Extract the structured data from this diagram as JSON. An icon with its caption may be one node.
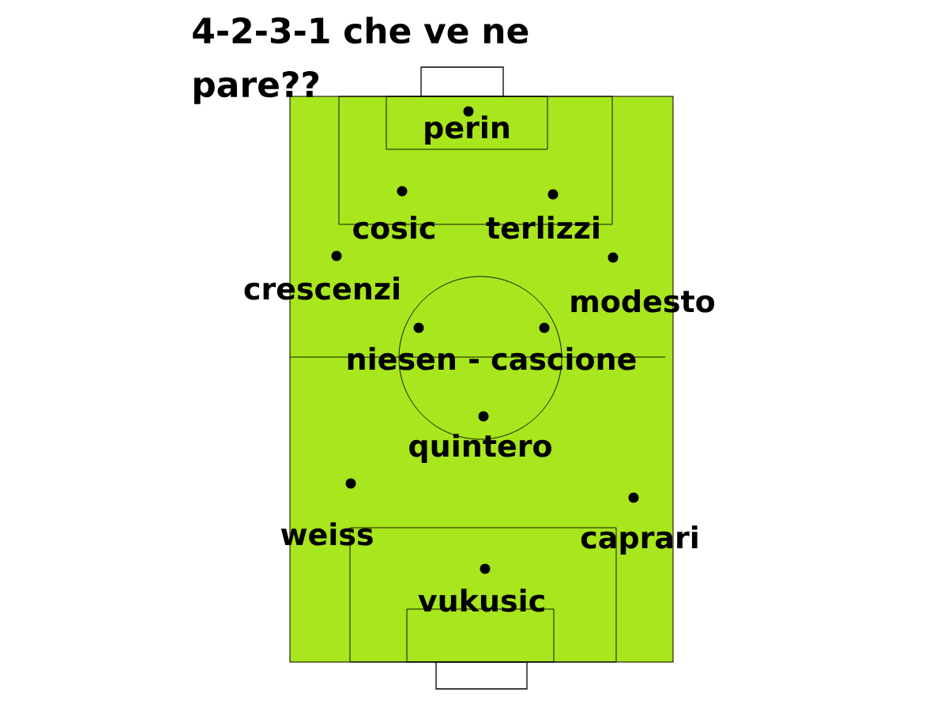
{
  "diagram": {
    "title": "4-2-3-1 che ve ne pare??",
    "labels": [
      "perin",
      "cosic",
      "terlizzi",
      "crescenzi",
      "modesto",
      "niesen - cascione",
      "quintero",
      "weiss",
      "caprari",
      "vukusic"
    ]
  }
}
